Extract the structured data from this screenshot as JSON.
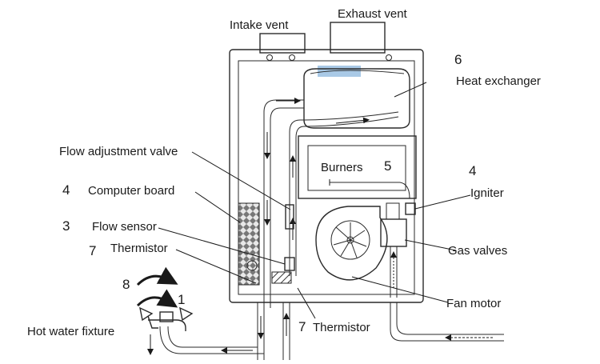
{
  "labels": {
    "intake_vent": "Intake vent",
    "exhaust_vent": "Exhaust vent",
    "heat_exchanger": "Heat exchanger",
    "heat_exchanger_num": "6",
    "flow_adjustment_valve": "Flow adjustment valve",
    "computer_board": "Computer board",
    "computer_board_num": "4",
    "flow_sensor": "Flow sensor",
    "flow_sensor_num": "3",
    "thermistor_left": "Thermistor",
    "thermistor_left_num": "7",
    "burners": "Burners",
    "burners_num": "5",
    "igniter": "Igniter",
    "igniter_num": "4",
    "gas_valves": "Gas valves",
    "fan_motor": "Fan motor",
    "thermistor_bottom": "Thermistor",
    "thermistor_bottom_num": "7",
    "hot_water_fixture": "Hot water fixture",
    "step_8": "8",
    "step_1": "1"
  },
  "colors": {
    "line": "#2a2a2a",
    "vent_highlight": "#a9c9e6",
    "background": "#ffffff"
  }
}
